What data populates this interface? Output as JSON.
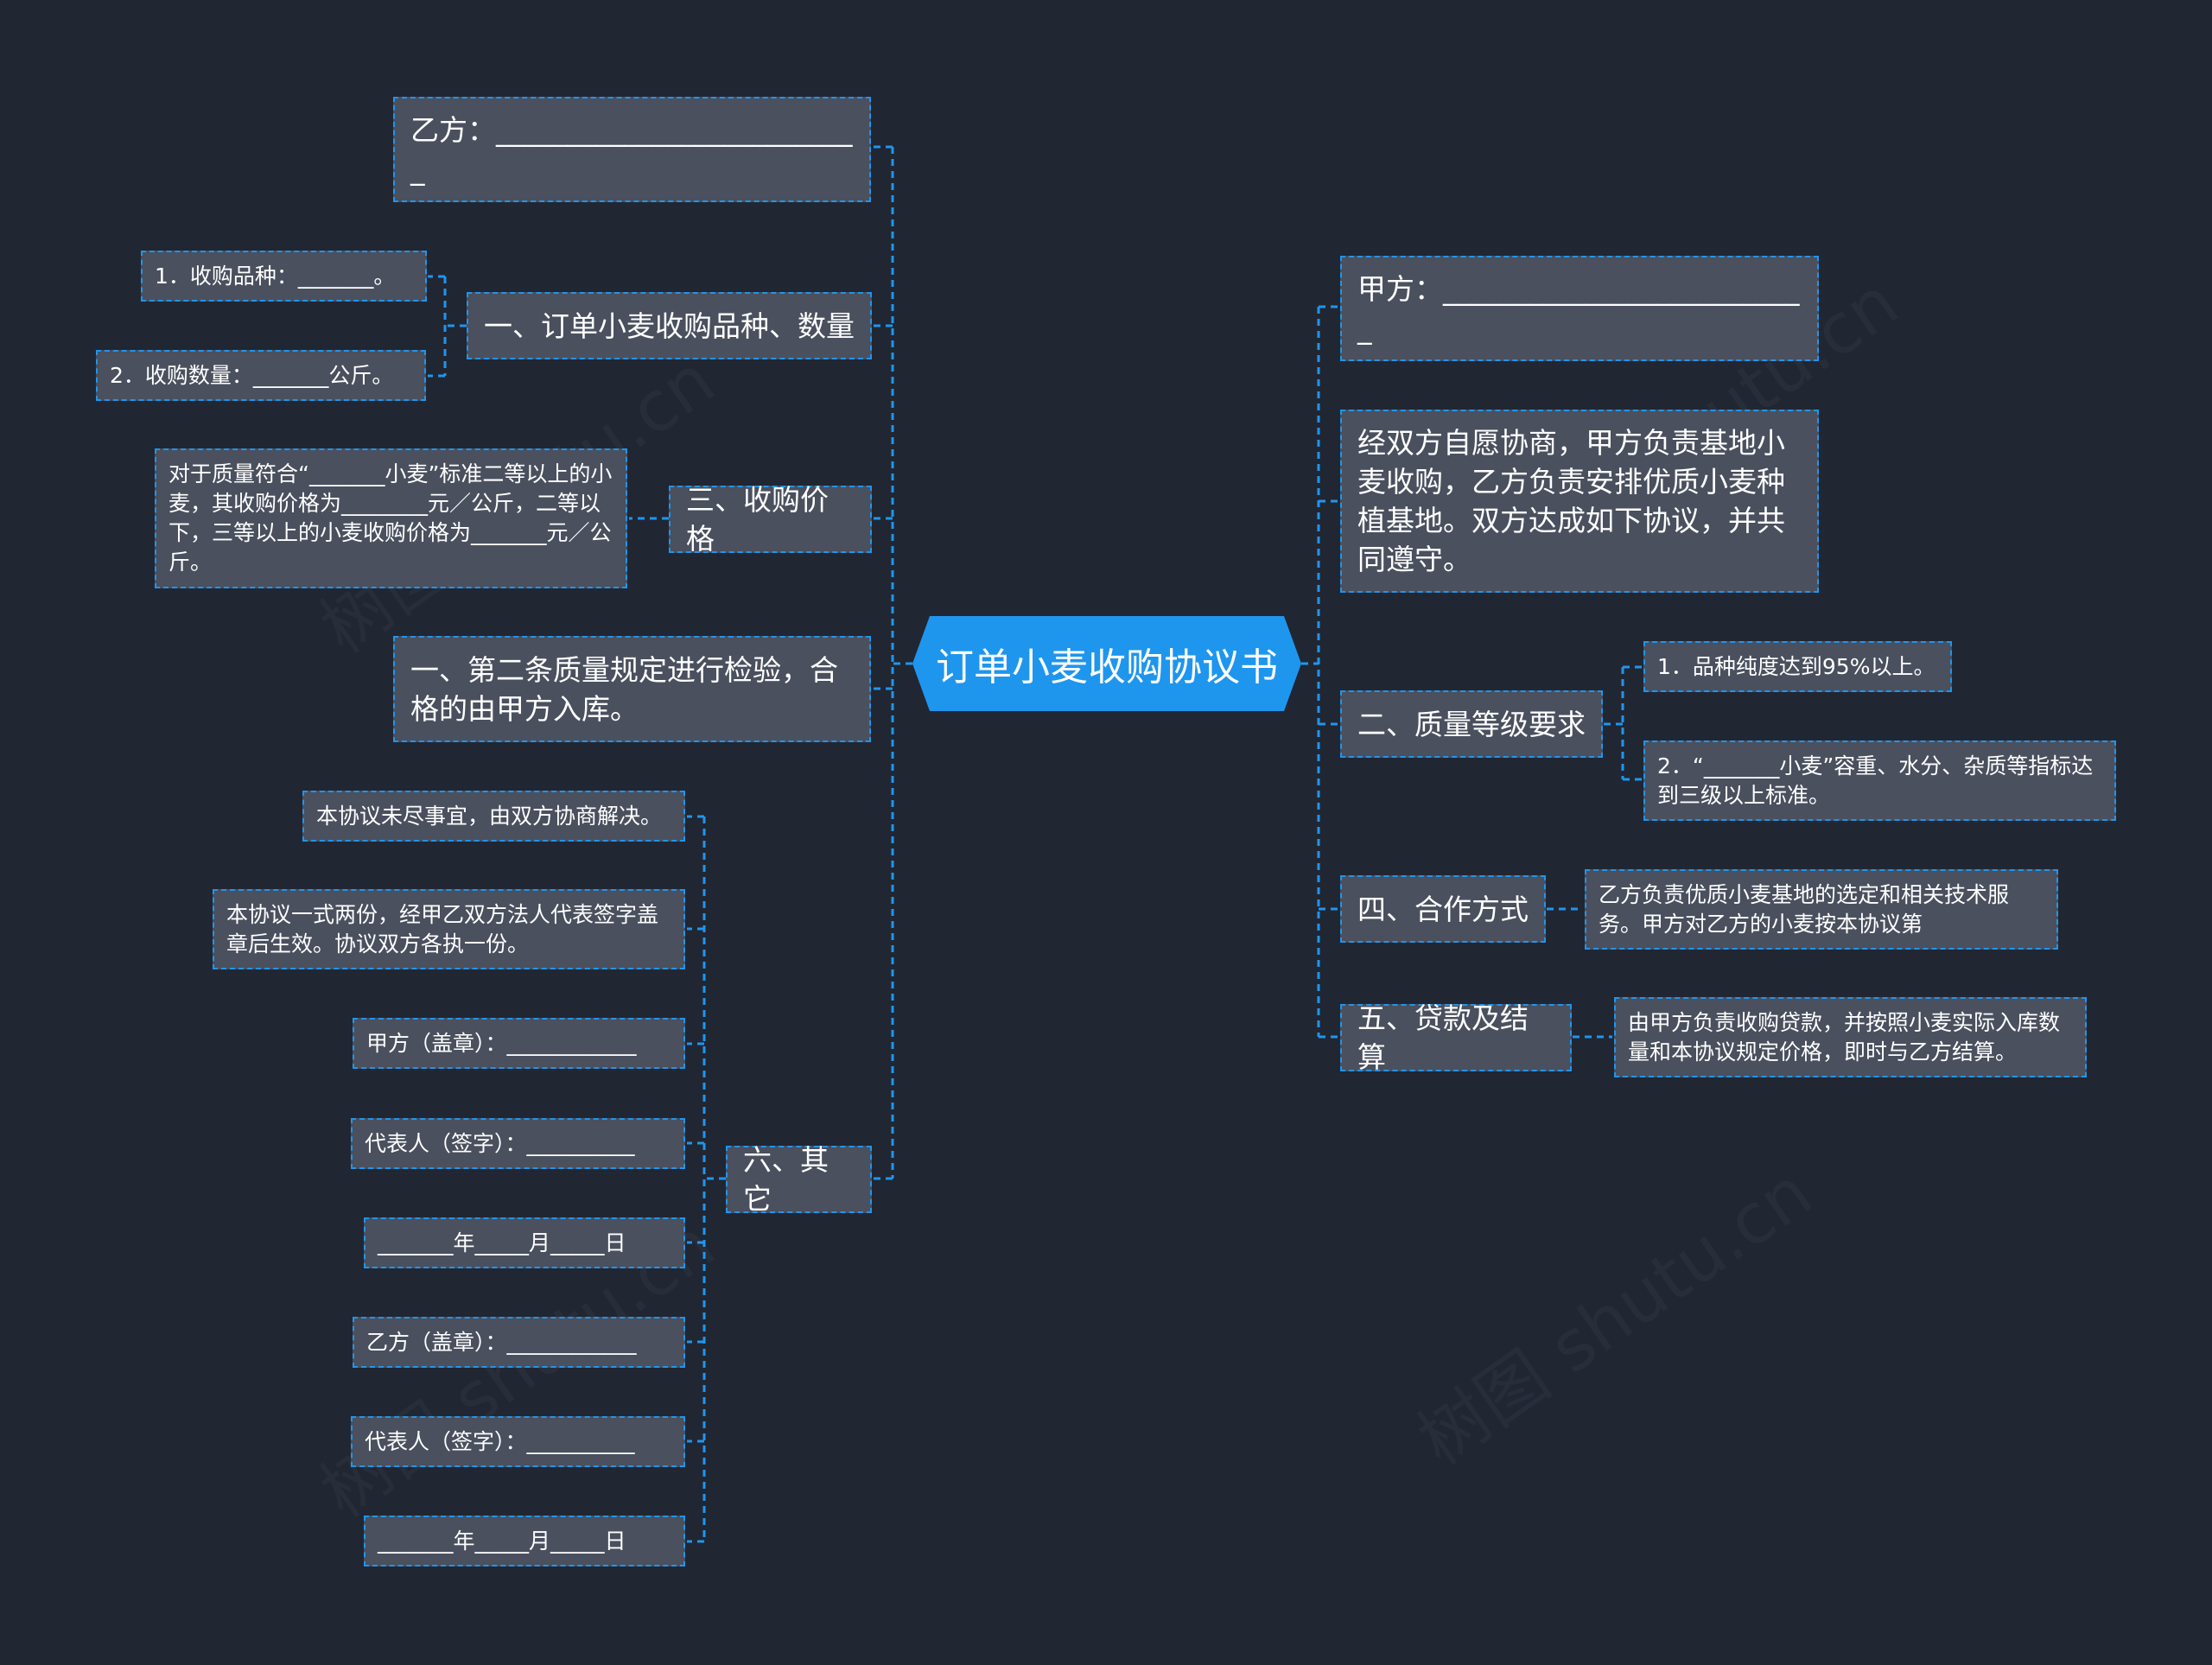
{
  "root": "订单小麦收购协议书",
  "watermark": "树图 shutu.cn",
  "colors": {
    "background": "#212633",
    "node": "#4a505e",
    "accent": "#1e96ee",
    "text": "#ffffff"
  },
  "left": {
    "yi_fang": "乙方：_________________________\n_",
    "sec1": {
      "label": "一、订单小麦收购品种、数量",
      "items": [
        "1．收购品种：_______。",
        "2．收购数量：_______公斤。"
      ]
    },
    "sec3": {
      "label": "三、收购价格",
      "items": [
        "对于质量符合“_______小麦”标准二等以上的小麦，其收购价格为________元／公斤，二等以下，三等以上的小麦收购价格为_______元／公斤。"
      ]
    },
    "inspection": "一、第二条质量规定进行检验，合格的由甲方入库。",
    "sec6": {
      "label": "六、其它",
      "items": [
        "本协议未尽事宜，由双方协商解决。",
        "本协议一式两份，经甲乙双方法人代表签字盖章后生效。协议双方各执一份。",
        "甲方（盖章）：____________",
        "代表人（签字）：__________",
        "_______年_____月_____日",
        "乙方（盖章）：____________",
        "代表人（签字）：__________",
        "_______年_____月_____日"
      ]
    }
  },
  "right": {
    "jia_fang": "甲方：_________________________\n_",
    "intro": "经双方自愿协商，甲方负责基地小麦收购，乙方负责安排优质小麦种植基地。双方达成如下协议，并共同遵守。",
    "sec2": {
      "label": "二、质量等级要求",
      "items": [
        "1．品种纯度达到95%以上。",
        "2．“_______小麦”容重、水分、杂质等指标达到三级以上标准。"
      ]
    },
    "sec4": {
      "label": "四、合作方式",
      "items": [
        "乙方负责优质小麦基地的选定和相关技术服务。甲方对乙方的小麦按本协议第"
      ]
    },
    "sec5": {
      "label": "五、贷款及结算",
      "items": [
        "由甲方负责收购贷款，并按照小麦实际入库数量和本协议规定价格，即时与乙方结算。"
      ]
    }
  }
}
